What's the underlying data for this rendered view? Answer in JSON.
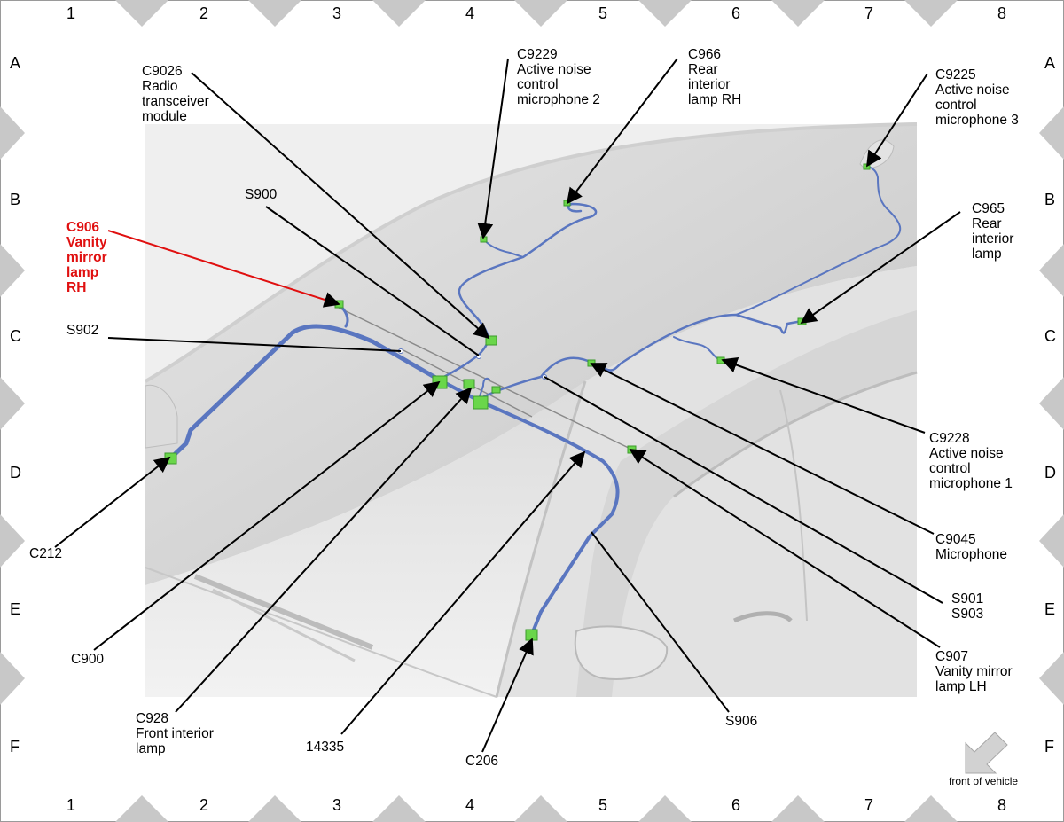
{
  "grid": {
    "columns": [
      "1",
      "2",
      "3",
      "4",
      "5",
      "6",
      "7",
      "8"
    ],
    "rows": [
      "A",
      "B",
      "C",
      "D",
      "E",
      "F"
    ]
  },
  "labels": [
    {
      "id": "c9026",
      "lines": [
        "C9026",
        "Radio",
        "transceiver",
        "module"
      ],
      "highlight": false
    },
    {
      "id": "c9229",
      "lines": [
        "C9229",
        "Active noise",
        "control",
        "microphone 2"
      ],
      "highlight": false
    },
    {
      "id": "c966",
      "lines": [
        "C966",
        "Rear",
        "interior",
        "lamp RH"
      ],
      "highlight": false
    },
    {
      "id": "c9225",
      "lines": [
        "C9225",
        "Active noise",
        "control",
        "microphone 3"
      ],
      "highlight": false
    },
    {
      "id": "s900",
      "lines": [
        "S900"
      ],
      "highlight": false
    },
    {
      "id": "c906",
      "lines": [
        "C906",
        "Vanity",
        "mirror",
        "lamp",
        "RH"
      ],
      "highlight": true
    },
    {
      "id": "c965",
      "lines": [
        "C965",
        "Rear",
        "interior",
        "lamp"
      ],
      "highlight": false
    },
    {
      "id": "s902",
      "lines": [
        "S902"
      ],
      "highlight": false
    },
    {
      "id": "c9228",
      "lines": [
        "C9228",
        "Active noise",
        "control",
        "microphone 1"
      ],
      "highlight": false
    },
    {
      "id": "c9045",
      "lines": [
        "C9045",
        "Microphone"
      ],
      "highlight": false
    },
    {
      "id": "c212",
      "lines": [
        "C212"
      ],
      "highlight": false
    },
    {
      "id": "s901",
      "lines": [
        "S901",
        "S903"
      ],
      "highlight": false
    },
    {
      "id": "c907",
      "lines": [
        "C907",
        "Vanity mirror",
        "lamp LH"
      ],
      "highlight": false
    },
    {
      "id": "c900",
      "lines": [
        "C900"
      ],
      "highlight": false
    },
    {
      "id": "s906",
      "lines": [
        "S906"
      ],
      "highlight": false
    },
    {
      "id": "c928",
      "lines": [
        "C928",
        "Front interior",
        "lamp"
      ],
      "highlight": false
    },
    {
      "id": "14335",
      "lines": [
        "14335"
      ],
      "highlight": false
    },
    {
      "id": "c206",
      "lines": [
        "C206"
      ],
      "highlight": false
    }
  ],
  "orientation": {
    "text": "front of vehicle"
  },
  "colors": {
    "harness": "#5a76c0",
    "connector": "#6ad64a",
    "highlight": "#e01010",
    "leader": "#000000",
    "border_marker": "#c8c8c8"
  }
}
